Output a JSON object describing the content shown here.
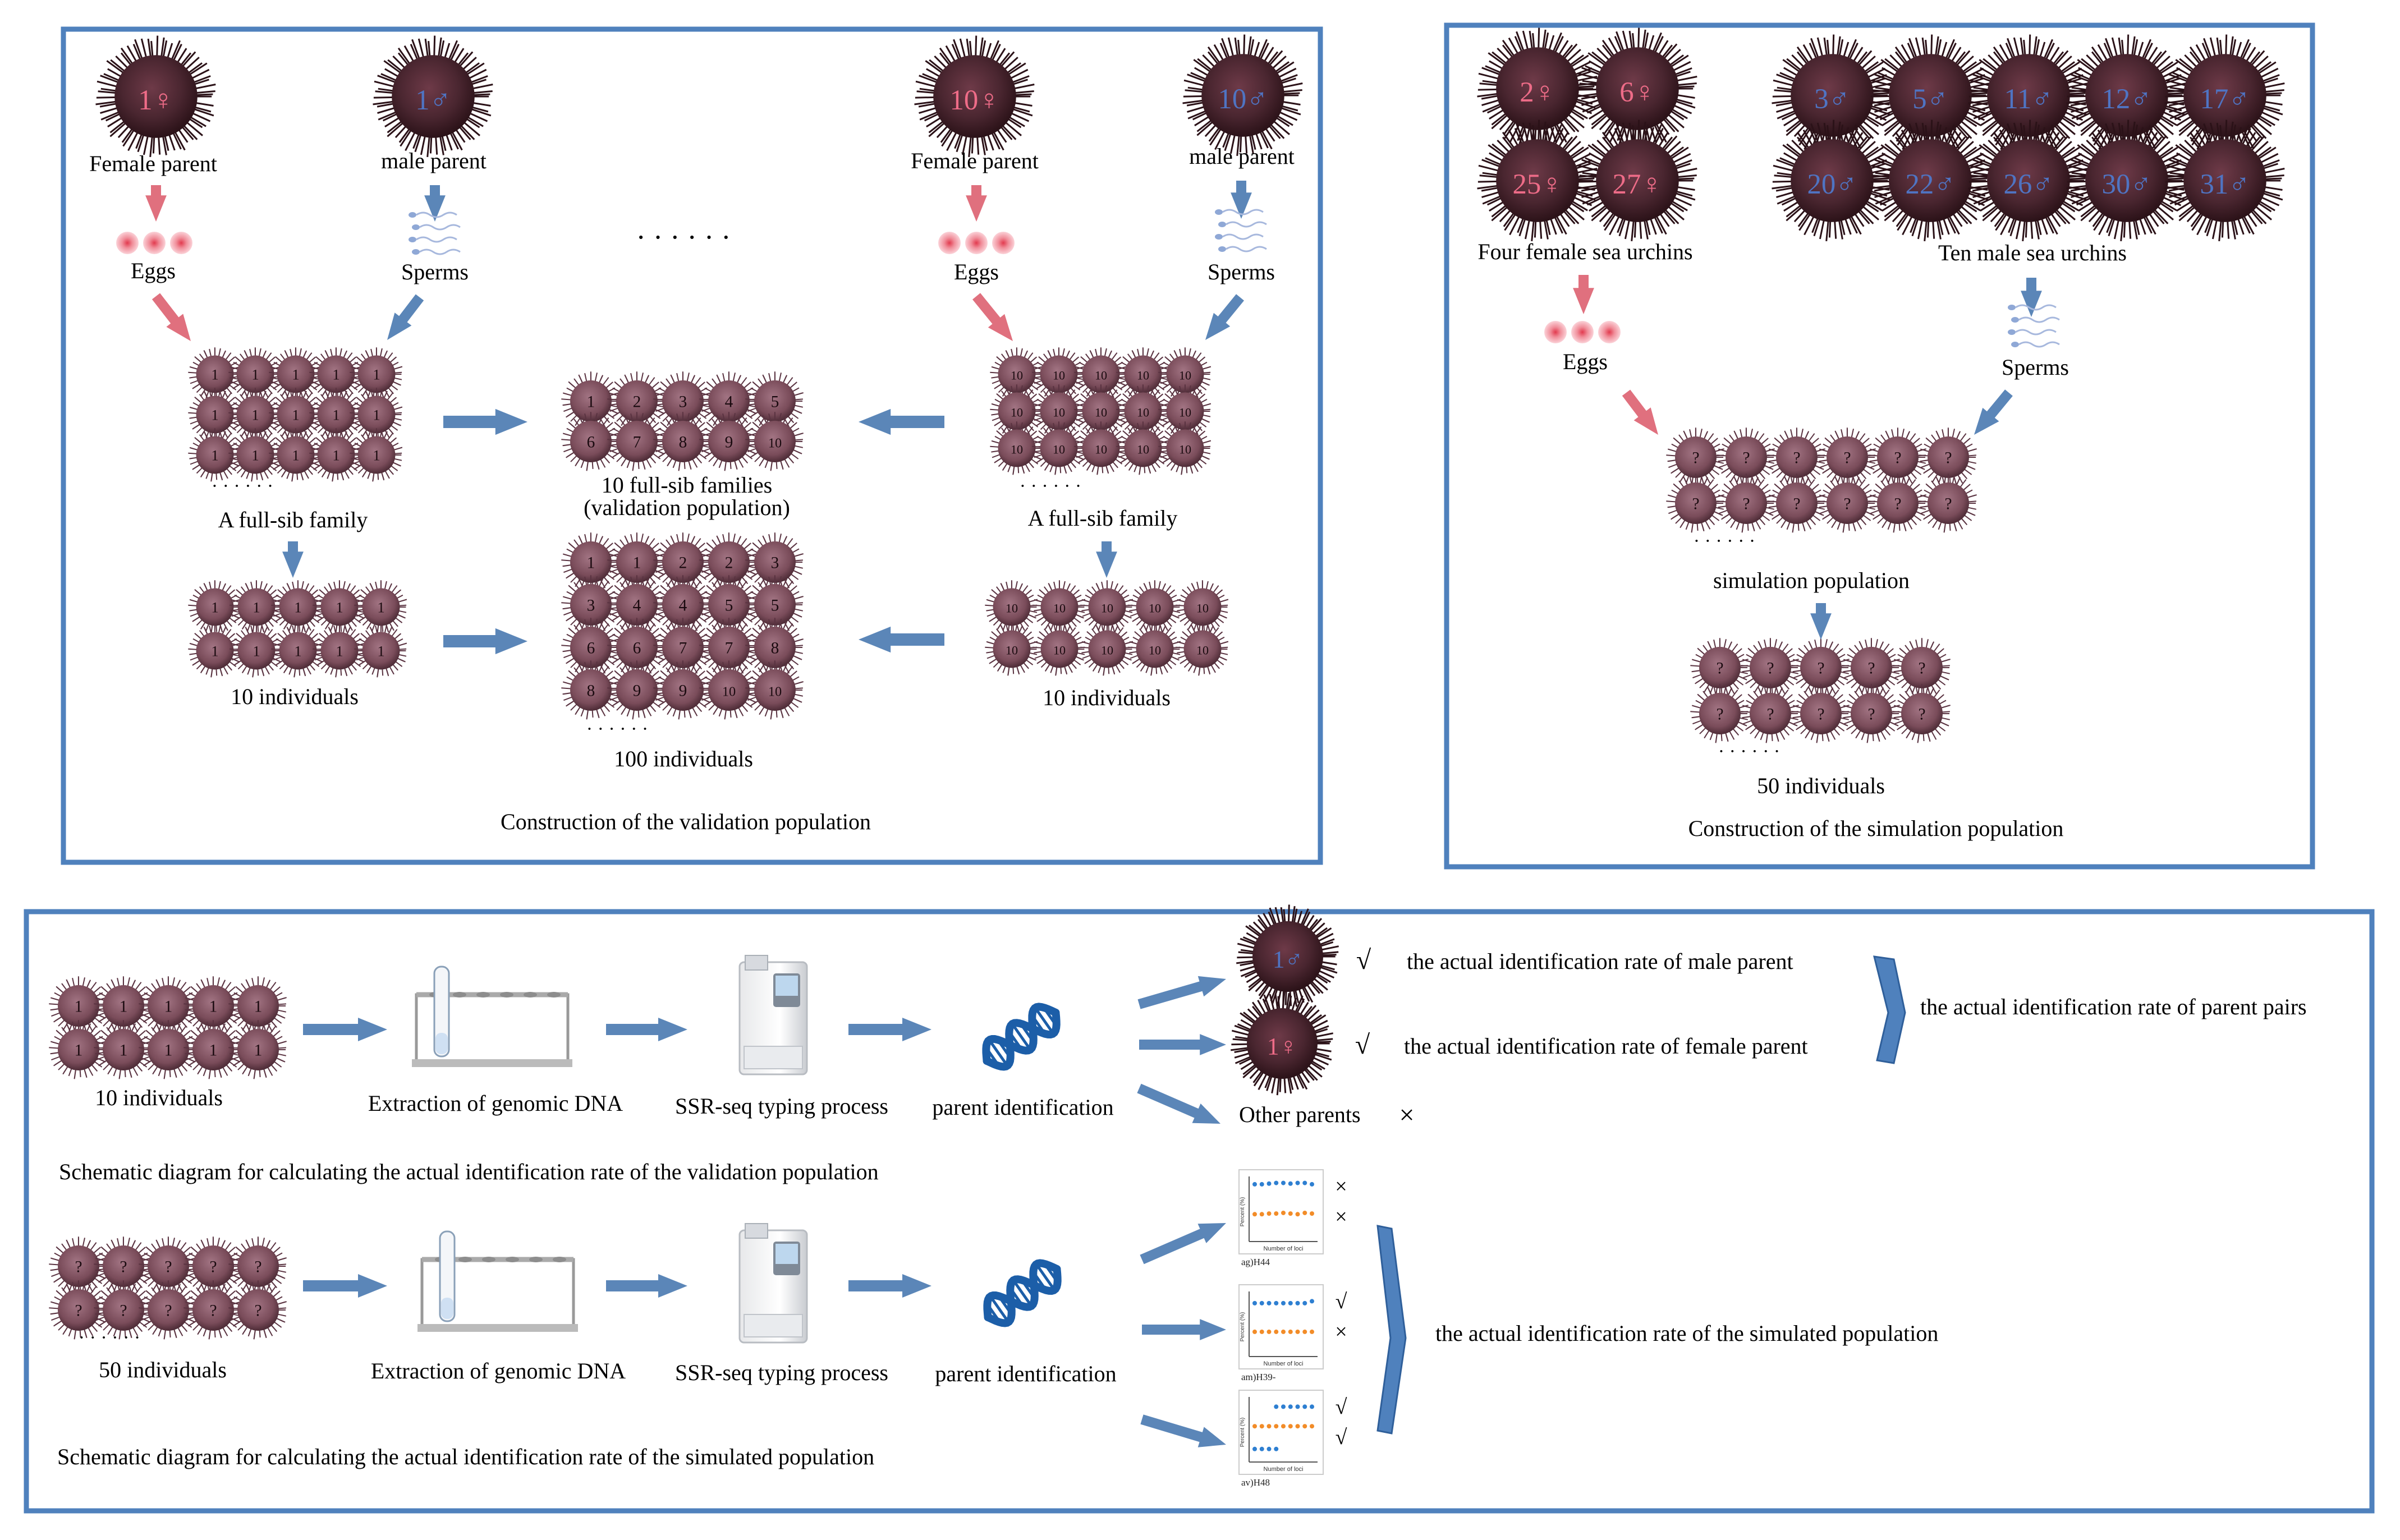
{
  "colors": {
    "frame": "#4f81bd",
    "arrow_blue": "#5b86b8",
    "arrow_pink": "#e0707e",
    "female_symbol": "#ee6c88",
    "male_symbol": "#4f74c3",
    "urchin_body": "#4a2630",
    "urchin_spine": "#2b1218",
    "urchin_small": "#7a4c5a",
    "dna": "#1c5ea8",
    "egg": "#f3a3ad",
    "series_blue": "#2e7fd1",
    "series_orange": "#f28c28"
  },
  "panel_a": {
    "left_female": "1♀",
    "left_male": "1♂",
    "right_female": "10♀",
    "right_male": "10♂",
    "female_parent_label": "Female parent",
    "male_parent_label": "male parent",
    "eggs_label": "Eggs",
    "sperms_label": "Sperms",
    "ellipsis": "· · · · · ·",
    "dots": "· · · · · ·",
    "full_sib_label": "A full-sib family",
    "left_family_number": "1",
    "right_family_number": "10",
    "ten_individuals": "10 individuals",
    "families_line1": "10 full-sib families",
    "families_line2": "(validation population)",
    "families_numbers": [
      "1",
      "2",
      "3",
      "4",
      "5",
      "6",
      "7",
      "8",
      "9",
      "10"
    ],
    "hundred_numbers": [
      "1",
      "1",
      "2",
      "3",
      "3",
      "4",
      "4",
      "5",
      "5",
      "6",
      "6",
      "7",
      "7",
      "8",
      "8",
      "9",
      "9",
      "10",
      "10"
    ],
    "hundred_label": "100 individuals",
    "caption": "Construction of the validation population"
  },
  "panel_b": {
    "females": [
      "2♀",
      "6♀",
      "25♀",
      "27♀"
    ],
    "males": [
      "3♂",
      "5♂",
      "11♂",
      "12♂",
      "17♂",
      "20♂",
      "22♂",
      "26♂",
      "30♂",
      "31♂"
    ],
    "female_label": "Four female sea urchins",
    "male_label": "Ten male sea urchins",
    "eggs_label": "Eggs",
    "sperms_label": "Sperms",
    "unknown_mark": "?",
    "dots": "· · · · · ·",
    "sim_pop_label": "simulation population",
    "fifty_label": "50 individuals",
    "caption": "Construction of the simulation population"
  },
  "panel_c": {
    "ten_individuals": "10 individuals",
    "fifty_individuals": "50 individuals",
    "individual_number": "1",
    "unknown_mark": "?",
    "dots": "· · · · · ·",
    "extraction_label": "Extraction of genomic DNA",
    "ssr_label": "SSR-seq typing process",
    "parent_id_label": "parent identification",
    "male_result_symbol": "1♂",
    "female_result_symbol": "1♀",
    "check": "√",
    "cross": "×",
    "male_rate": "the actual identification rate of male parent",
    "female_rate": "the actual identification rate of female parent",
    "other_parents": "Other parents",
    "pair_rate": "the actual identification rate of parent pairs",
    "caption_validation": "Schematic diagram for calculating the actual identification rate of the validation population",
    "caption_simulated": "Schematic diagram for calculating the actual identification rate of the simulated population",
    "simulated_rate": "the actual identification rate of the simulated population",
    "mini_charts": [
      {
        "caption": "ag)H44",
        "marks": [
          "×",
          "×"
        ],
        "xlabel": "Number of loci",
        "ylabel": "Percent (%)",
        "blue": [
          0.88,
          0.88,
          0.89,
          0.9,
          0.9,
          0.89,
          0.9,
          0.9,
          0.88
        ],
        "orange": [
          0.42,
          0.42,
          0.43,
          0.43,
          0.44,
          0.43,
          0.42,
          0.44,
          0.43
        ]
      },
      {
        "caption": "am)H39-",
        "marks": [
          "√",
          "×"
        ],
        "xlabel": "Number of loci",
        "ylabel": "Percent (%)",
        "blue": [
          0.82,
          0.82,
          0.82,
          0.82,
          0.82,
          0.82,
          0.82,
          0.82,
          0.85
        ],
        "orange": [
          0.38,
          0.38,
          0.38,
          0.38,
          0.38,
          0.38,
          0.38,
          0.38,
          0.38
        ]
      },
      {
        "caption": "av)H48",
        "marks": [
          "√",
          "√"
        ],
        "xlabel": "Number of loci",
        "ylabel": "Percent (%)",
        "blue": [
          0.85,
          0.85,
          0.85,
          0.85,
          0.85,
          0.85
        ],
        "orange": [
          0.55,
          0.55,
          0.55,
          0.55,
          0.55,
          0.55,
          0.55,
          0.55,
          0.55
        ],
        "extra_blue": [
          0.2,
          0.2,
          0.2,
          0.2
        ]
      }
    ]
  }
}
